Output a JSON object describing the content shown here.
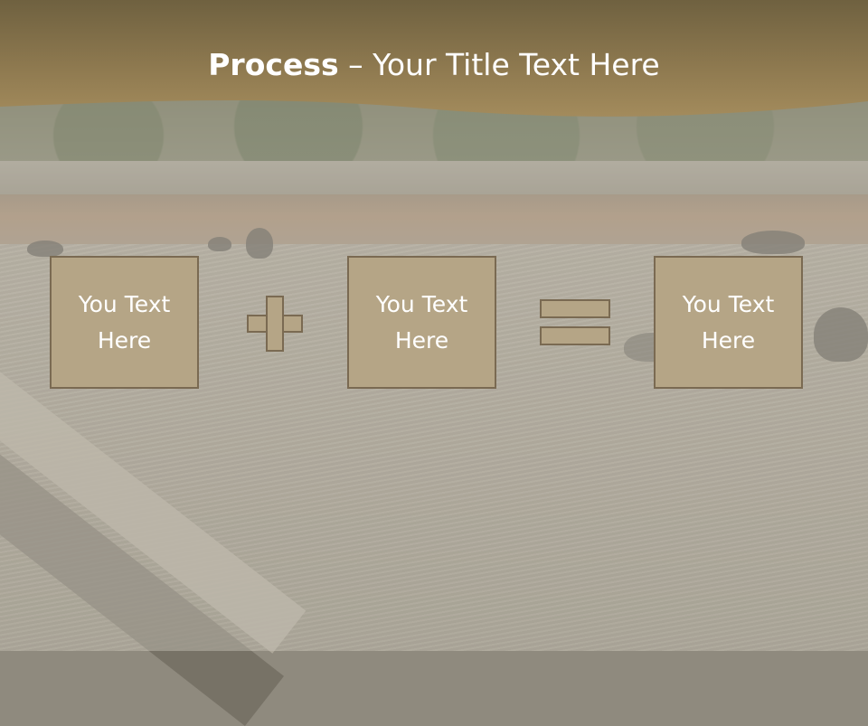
{
  "slide": {
    "title_bold": "Process",
    "title_separator": " – ",
    "title_rest": "Your Title Text Here"
  },
  "process": {
    "boxes": [
      {
        "text": "You Text\nHere"
      },
      {
        "text": "You Text\nHere"
      },
      {
        "text": "You Text\nHere"
      }
    ],
    "operators": [
      "plus-icon",
      "equals-icon"
    ]
  },
  "colors": {
    "banner": "#9a8356",
    "box_fill": "#b5a586",
    "box_border": "#7a6a52",
    "text": "#ffffff"
  }
}
